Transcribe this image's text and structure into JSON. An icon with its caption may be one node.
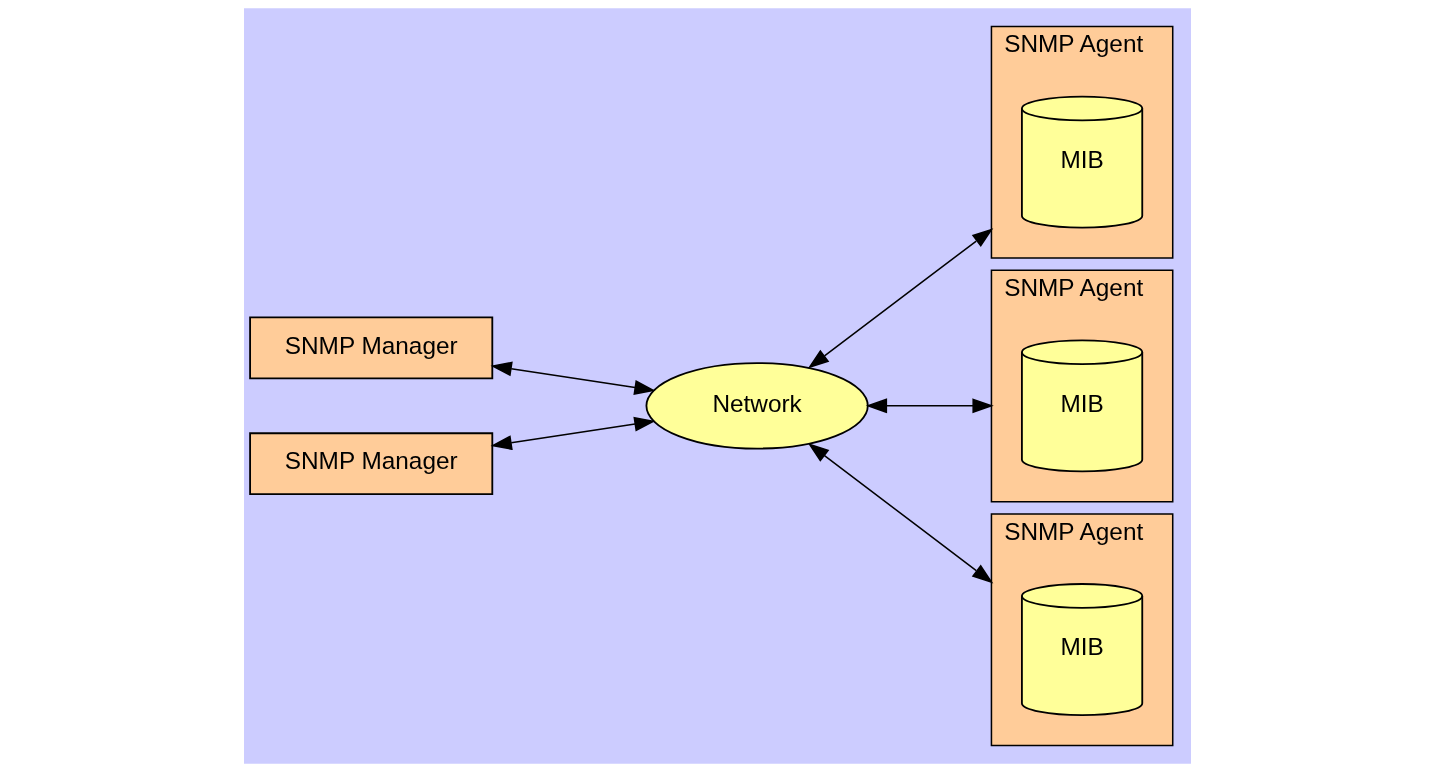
{
  "diagram": {
    "nodes": [
      {
        "text": [
          "SNMP Manager"
        ]
      },
      {
        "text": [
          "SNMP Manager"
        ]
      },
      {
        "text": [
          "Network"
        ]
      },
      {
        "text": [
          "SNMP Agent"
        ]
      },
      {
        "text": [
          "MIB"
        ],
        "in": 3
      },
      {
        "text": [
          "SNMP Agent"
        ]
      },
      {
        "text": [
          "MIB"
        ],
        "in": 5
      },
      {
        "text": [
          "SNMP Agent"
        ]
      },
      {
        "text": [
          "MIB"
        ],
        "in": 7
      }
    ],
    "edges": [
      {
        "from": 0,
        "to": 2,
        "arrow": "both"
      },
      {
        "from": 1,
        "to": 2,
        "arrow": "both"
      },
      {
        "from": 2,
        "to": 3,
        "arrow": "both"
      },
      {
        "from": 2,
        "to": 5,
        "arrow": "both"
      },
      {
        "from": 2,
        "to": 7,
        "arrow": "both"
      }
    ]
  }
}
